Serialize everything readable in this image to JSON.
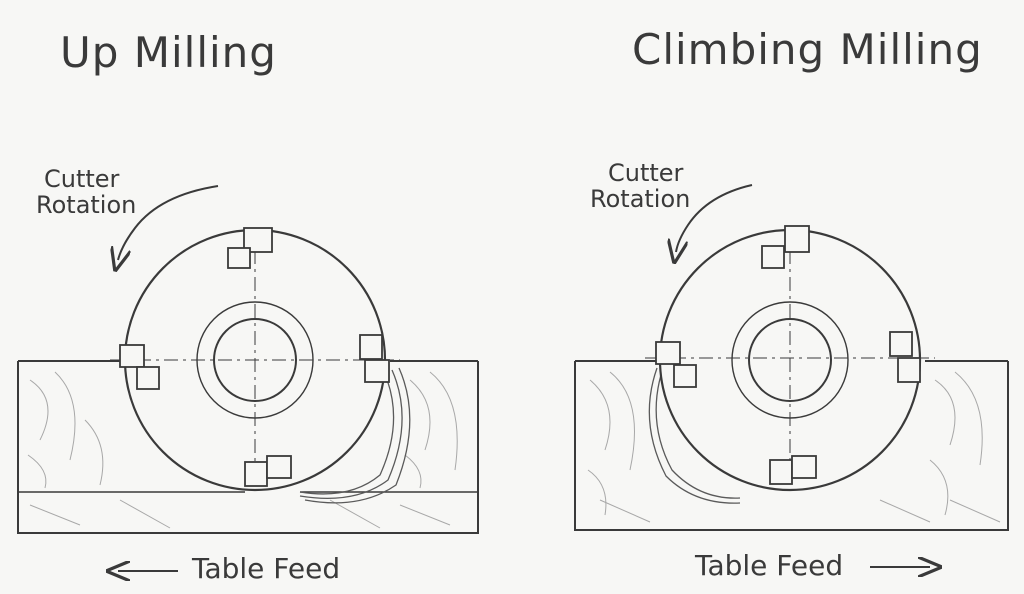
{
  "panels": [
    {
      "title": "Up Milling",
      "rotation_label_line1": "Cutter",
      "rotation_label_line2": "Rotation",
      "feed_label": "Table Feed",
      "feed_direction": "left"
    },
    {
      "title": "Climbing Milling",
      "rotation_label_line1": "Cutter",
      "rotation_label_line2": "Rotation",
      "feed_label": "Table Feed",
      "feed_direction": "right"
    }
  ],
  "colors": {
    "ink": "#3a3a3a",
    "paper": "#f7f7f5",
    "hatch": "#9a9a9a"
  }
}
